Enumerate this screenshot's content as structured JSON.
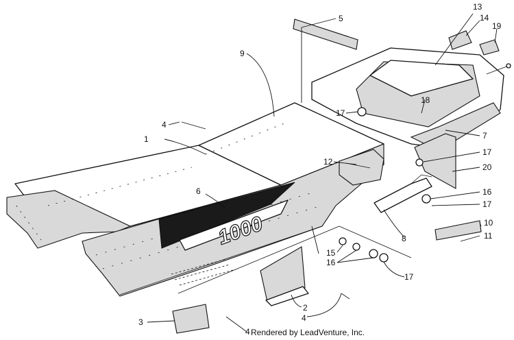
{
  "diagram": {
    "callouts": [
      {
        "id": "c1",
        "label": "1"
      },
      {
        "id": "c2",
        "label": "2"
      },
      {
        "id": "c3",
        "label": "3"
      },
      {
        "id": "c4a",
        "label": "4"
      },
      {
        "id": "c4b",
        "label": "4"
      },
      {
        "id": "c4c",
        "label": "4"
      },
      {
        "id": "c5",
        "label": "5"
      },
      {
        "id": "c6",
        "label": "6"
      },
      {
        "id": "c7",
        "label": "7"
      },
      {
        "id": "c8",
        "label": "8"
      },
      {
        "id": "c9",
        "label": "9"
      },
      {
        "id": "c10",
        "label": "10"
      },
      {
        "id": "c11",
        "label": "11"
      },
      {
        "id": "c12",
        "label": "12"
      },
      {
        "id": "c13",
        "label": "13"
      },
      {
        "id": "c14",
        "label": "14"
      },
      {
        "id": "c15",
        "label": "15"
      },
      {
        "id": "c16a",
        "label": "16"
      },
      {
        "id": "c16b",
        "label": "16"
      },
      {
        "id": "c17a",
        "label": "17"
      },
      {
        "id": "c17b",
        "label": "17"
      },
      {
        "id": "c17c",
        "label": "17"
      },
      {
        "id": "c17d",
        "label": "17"
      },
      {
        "id": "c18",
        "label": "18"
      },
      {
        "id": "c19",
        "label": "19"
      },
      {
        "id": "c20",
        "label": "20"
      }
    ],
    "decal_text": "1000",
    "credit": "Rendered by LeadVenture, Inc."
  }
}
